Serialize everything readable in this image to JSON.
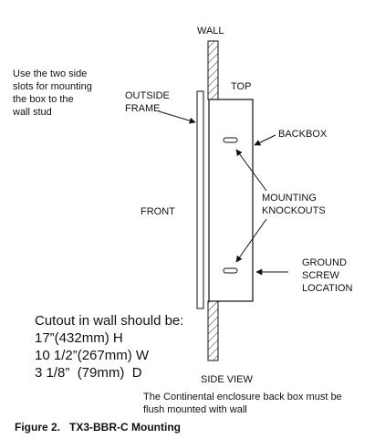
{
  "labels": {
    "wall": "WALL",
    "top": "TOP",
    "outside_frame": "OUTSIDE\nFRAME",
    "backbox": "BACKBOX",
    "mounting_knockouts": "MOUNTING\nKNOCKOUTS",
    "front": "FRONT",
    "ground_screw": "GROUND\nSCREW\nLOCATION",
    "side_view": "SIDE VIEW"
  },
  "notes": {
    "side_slots": "Use the two side\nslots for mounting\nthe box to the\nwall stud",
    "flush_mount": "The Continental enclosure back box must be\nflush mounted with wall"
  },
  "cutout": {
    "heading": "Cutout in wall should be:",
    "height": "17”(432mm) H",
    "width": "10 1/2”(267mm) W",
    "depth": "3 1/8”  (79mm)  D"
  },
  "caption": "Figure 2.   TX3-BBR-C Mounting"
}
